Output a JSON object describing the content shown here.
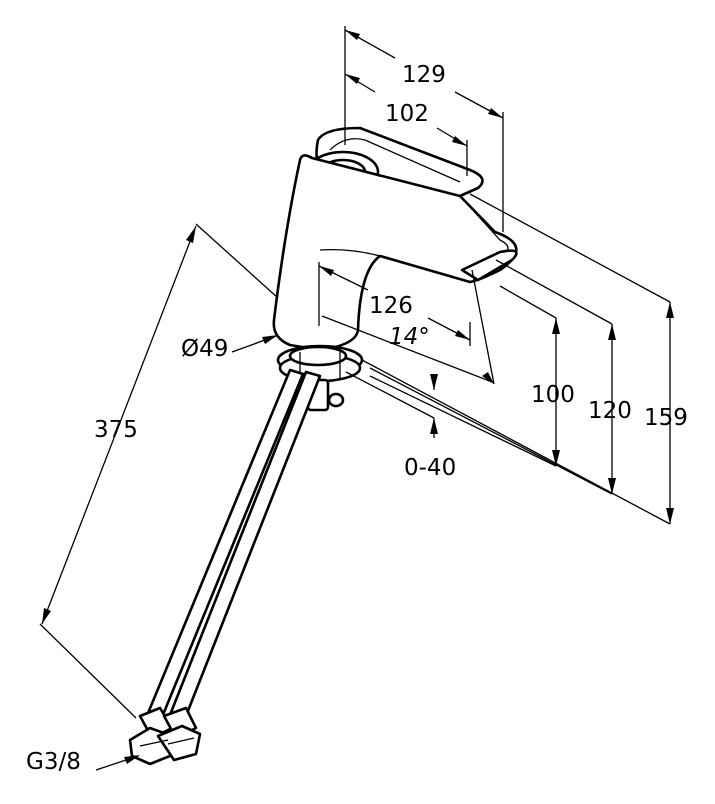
{
  "dimensions": {
    "d129": "129",
    "d102": "102",
    "d126": "126",
    "angle": "14°",
    "d100": "100",
    "d120": "120",
    "d159": "159",
    "d375": "375",
    "d049": "Ø49",
    "d0_40": "0-40",
    "g38": "G3/8"
  }
}
